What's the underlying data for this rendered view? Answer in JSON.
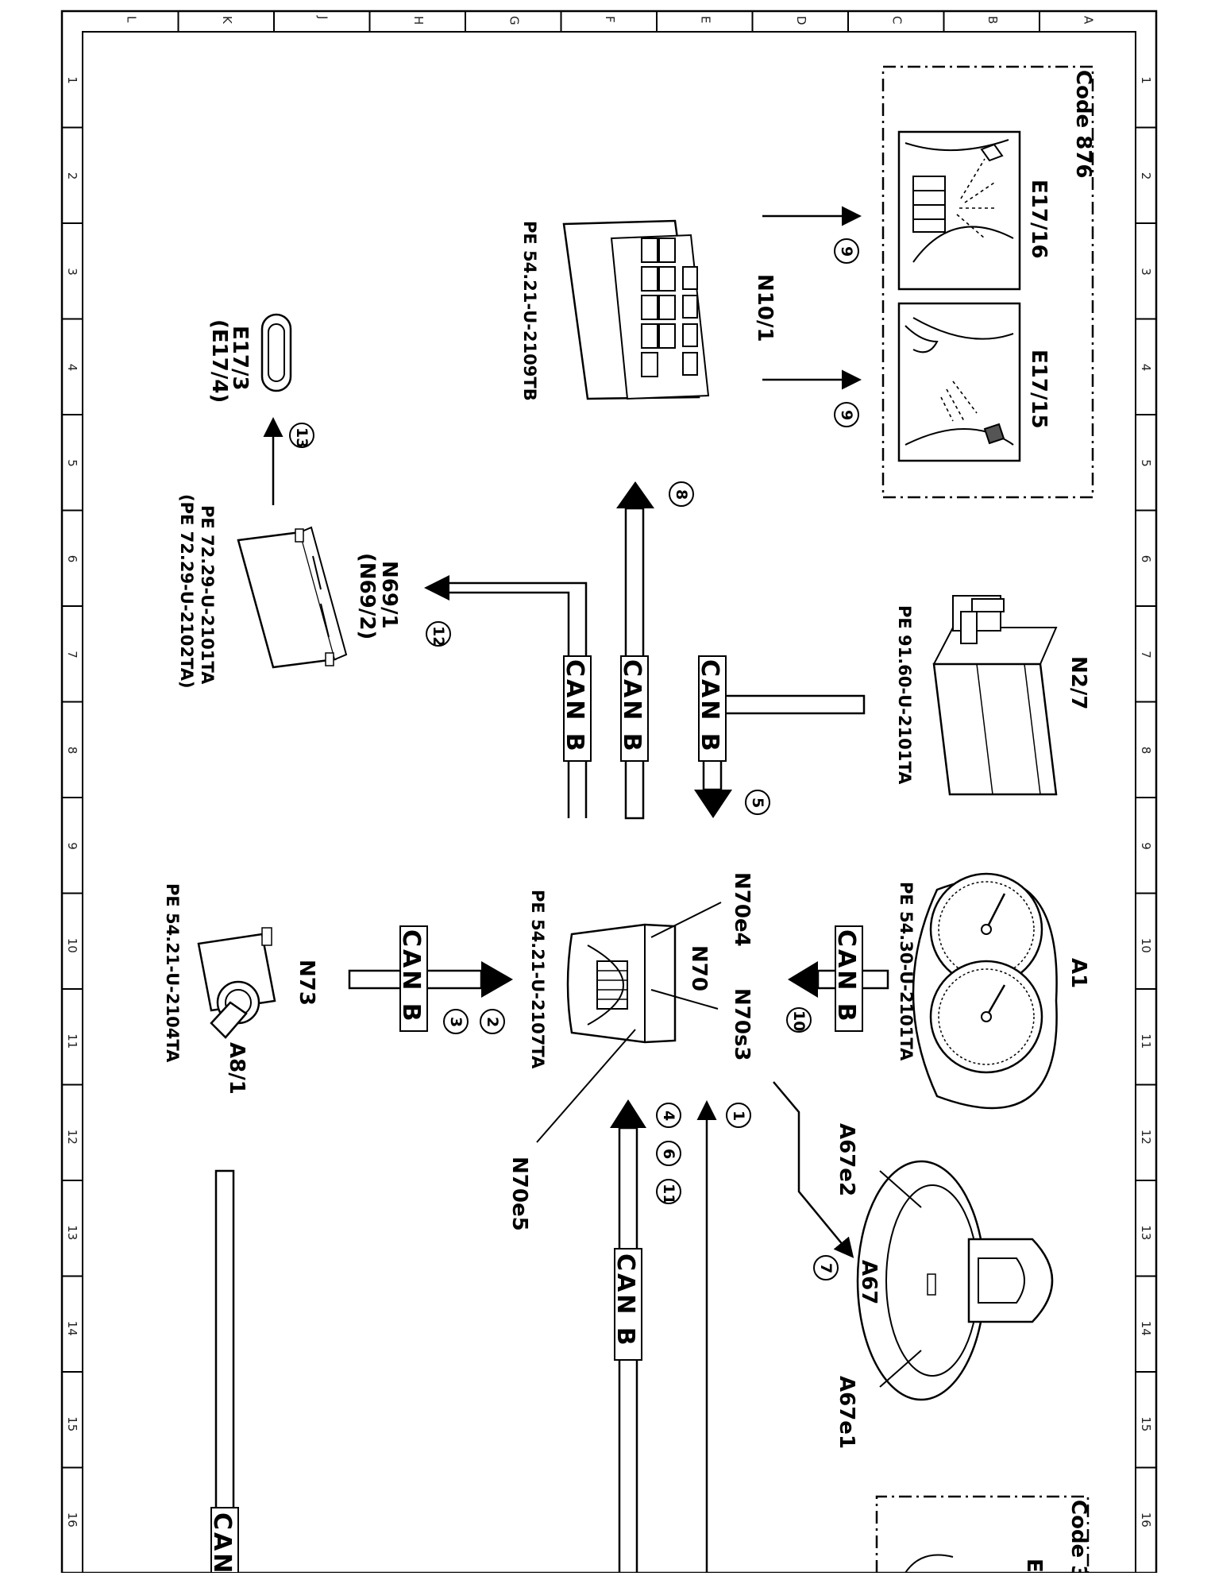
{
  "grid": {
    "letters": [
      "L",
      "K",
      "J",
      "H",
      "G",
      "F",
      "E",
      "D",
      "C",
      "B",
      "A"
    ],
    "numbers": [
      "1",
      "2",
      "3",
      "4",
      "5",
      "6",
      "7",
      "8",
      "9",
      "10",
      "11",
      "12",
      "13",
      "14",
      "15",
      "16"
    ]
  },
  "options": {
    "code876": "Code 876",
    "code3_partial": "Code 3"
  },
  "components": {
    "e17_16": "E17/16",
    "e17_15": "E17/15",
    "n10_1": "N10/1",
    "n10_1_ref": "PE 54.21-U-2109TB",
    "n2_7": "N2/7",
    "n2_7_ref": "PE 91.60-U-2101TA",
    "e17_3": "E17/3",
    "e17_4": "(E17/4)",
    "n69_1": "N69/1",
    "n69_2": "(N69/2)",
    "n69_ref1": "PE 72.29-U-2101TA",
    "n69_ref2": "(PE 72.29-U-2102TA)",
    "a1": "A1",
    "a1_ref": "PE 54.30-U-2101TA",
    "n70": "N70",
    "n70e4": "N70e4",
    "n70s3": "N70s3",
    "n70e5": "N70e5",
    "n70_ref": "PE 54.21-U-2107TA",
    "n73": "N73",
    "a8_1": "A8/1",
    "n73_ref": "PE 54.21-U-2104TA",
    "a67": "A67",
    "a67e1": "A67e1",
    "a67e2": "A67e2",
    "e_partial": "E"
  },
  "bus": {
    "can_b": "CAN B",
    "can_partial": "CAN"
  },
  "steps": {
    "s1": "1",
    "s2": "2",
    "s3": "3",
    "s4": "4",
    "s5": "5",
    "s6": "6",
    "s7": "7",
    "s8": "8",
    "s9a": "9",
    "s9b": "9",
    "s10": "10",
    "s11": "11",
    "s12": "12",
    "s13": "13"
  }
}
